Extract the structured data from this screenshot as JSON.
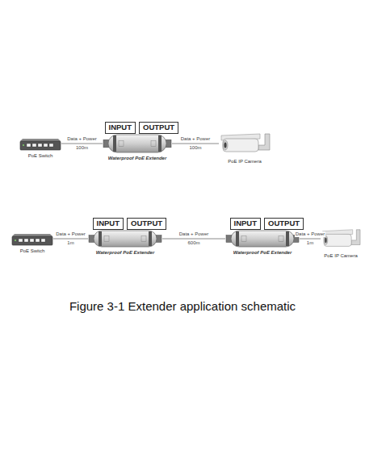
{
  "diagram": {
    "caption": "Figure 3-1 Extender application schematic",
    "nodes": [
      {
        "text": [
          "PoE Switch"
        ]
      },
      {
        "text": [
          "INPUT"
        ]
      },
      {
        "text": [
          "OUTPUT"
        ]
      },
      {
        "text": [
          "Waterproof PoE Extender"
        ]
      },
      {
        "text": [
          "PoE IP Camera"
        ]
      },
      {
        "text": [
          "PoE Switch"
        ]
      },
      {
        "text": [
          "INPUT"
        ]
      },
      {
        "text": [
          "OUTPUT"
        ]
      },
      {
        "text": [
          "Waterproof PoE Extender"
        ]
      },
      {
        "text": [
          "INPUT"
        ]
      },
      {
        "text": [
          "OUTPUT"
        ]
      },
      {
        "text": [
          "Waterproof PoE Extender"
        ]
      },
      {
        "text": [
          "PoE IP Camera"
        ]
      }
    ],
    "edges": [
      {
        "from": 0,
        "to": 3,
        "arrow": "none",
        "label": "Data + Power"
      },
      {
        "from": 3,
        "to": 4,
        "arrow": "none",
        "label": "Data + Power"
      },
      {
        "from": 5,
        "to": 8,
        "arrow": "none",
        "label": "Data + Power"
      },
      {
        "from": 8,
        "to": 11,
        "arrow": "none",
        "label": "Data + Power"
      },
      {
        "from": 11,
        "to": 12,
        "arrow": "none",
        "label": "Data + Power"
      }
    ],
    "labels": [
      "100m",
      "100m",
      "1m",
      "600m",
      "1m"
    ]
  }
}
